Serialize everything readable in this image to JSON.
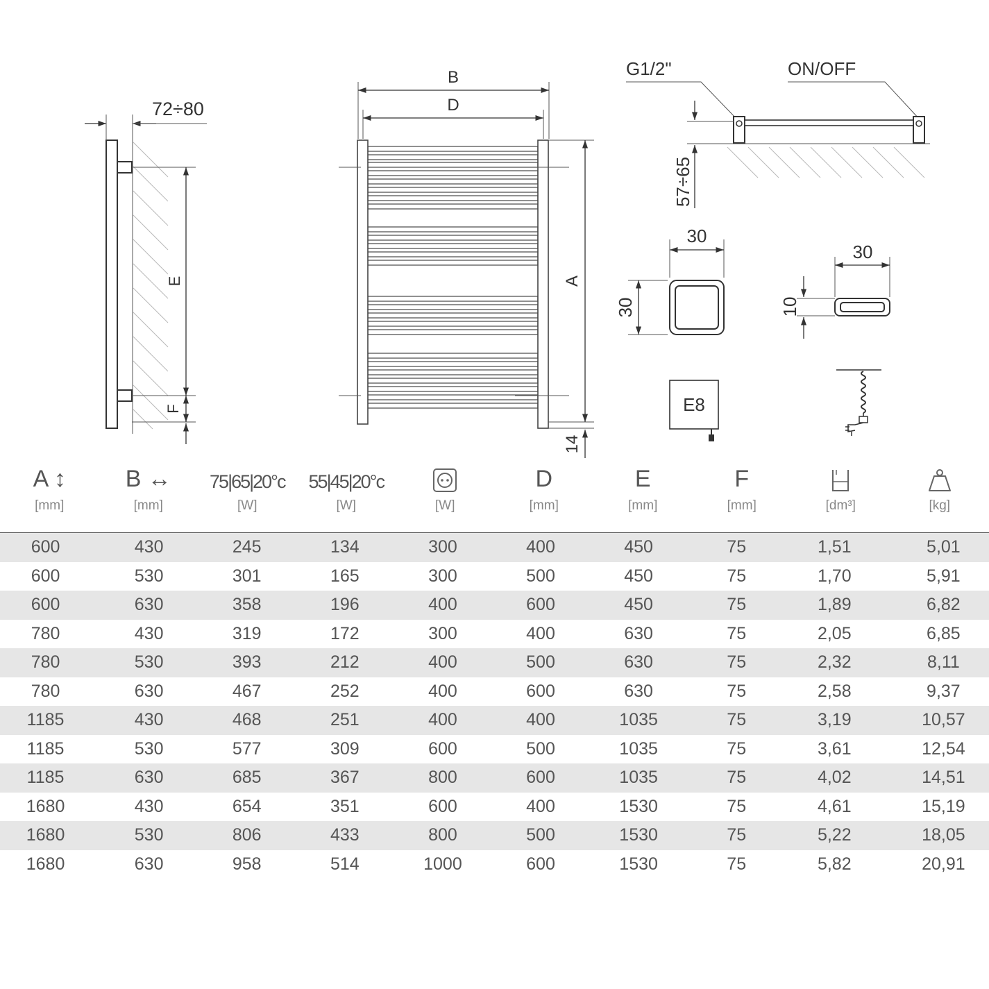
{
  "drawing": {
    "side_view": {
      "depth_label": "72÷80",
      "e_label": "E",
      "f_label": "F"
    },
    "front_view": {
      "b_label": "B",
      "d_label": "D",
      "a_label": "A",
      "bottom_label": "14"
    },
    "top_view": {
      "connection_label": "G1/2\"",
      "switch_label": "ON/OFF",
      "height_label": "57÷65"
    },
    "profile_square": {
      "width_label": "30",
      "height_label": "30"
    },
    "profile_flat": {
      "width_label": "30",
      "height_label": "10"
    },
    "heater_box": {
      "label": "E8"
    }
  },
  "table": {
    "columns": [
      {
        "symbol": "A ↕",
        "unit": "[mm]"
      },
      {
        "symbol": "B ↔",
        "unit": "[mm]"
      },
      {
        "symbol": "75|65|20°c",
        "unit": "[W]"
      },
      {
        "symbol": "55|45|20°c",
        "unit": "[W]"
      },
      {
        "symbol": "socket-icon",
        "unit": "[W]"
      },
      {
        "symbol": "D",
        "unit": "[mm]"
      },
      {
        "symbol": "E",
        "unit": "[mm]"
      },
      {
        "symbol": "F",
        "unit": "[mm]"
      },
      {
        "symbol": "volume-icon",
        "unit": "[dm³]"
      },
      {
        "symbol": "weight-icon",
        "unit": "[kg]"
      }
    ],
    "rows": [
      [
        "600",
        "430",
        "245",
        "134",
        "300",
        "400",
        "450",
        "75",
        "1,51",
        "5,01"
      ],
      [
        "600",
        "530",
        "301",
        "165",
        "300",
        "500",
        "450",
        "75",
        "1,70",
        "5,91"
      ],
      [
        "600",
        "630",
        "358",
        "196",
        "400",
        "600",
        "450",
        "75",
        "1,89",
        "6,82"
      ],
      [
        "780",
        "430",
        "319",
        "172",
        "300",
        "400",
        "630",
        "75",
        "2,05",
        "6,85"
      ],
      [
        "780",
        "530",
        "393",
        "212",
        "400",
        "500",
        "630",
        "75",
        "2,32",
        "8,11"
      ],
      [
        "780",
        "630",
        "467",
        "252",
        "400",
        "600",
        "630",
        "75",
        "2,58",
        "9,37"
      ],
      [
        "1185",
        "430",
        "468",
        "251",
        "400",
        "400",
        "1035",
        "75",
        "3,19",
        "10,57"
      ],
      [
        "1185",
        "530",
        "577",
        "309",
        "600",
        "500",
        "1035",
        "75",
        "3,61",
        "12,54"
      ],
      [
        "1185",
        "630",
        "685",
        "367",
        "800",
        "600",
        "1035",
        "75",
        "4,02",
        "14,51"
      ],
      [
        "1680",
        "430",
        "654",
        "351",
        "600",
        "400",
        "1530",
        "75",
        "4,61",
        "15,19"
      ],
      [
        "1680",
        "530",
        "806",
        "433",
        "800",
        "500",
        "1530",
        "75",
        "5,22",
        "18,05"
      ],
      [
        "1680",
        "630",
        "958",
        "514",
        "1000",
        "600",
        "1530",
        "75",
        "5,82",
        "20,91"
      ]
    ]
  }
}
